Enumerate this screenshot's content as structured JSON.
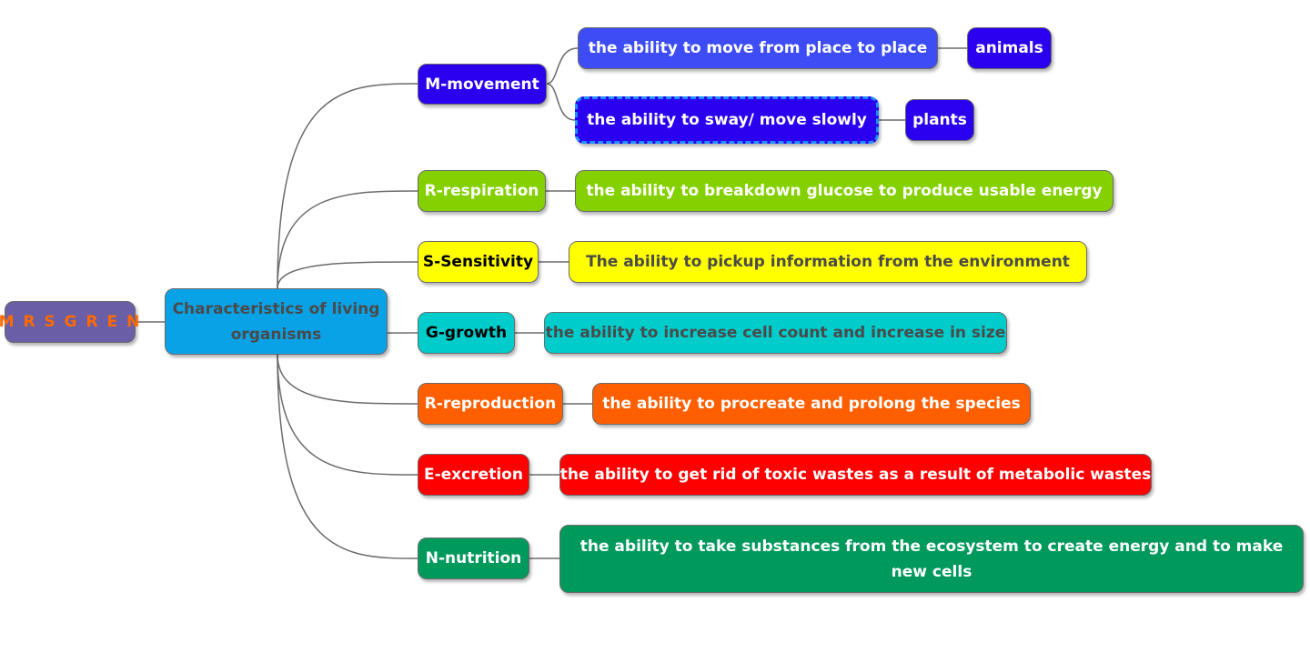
{
  "root": {
    "label": "M R S  G R E N",
    "color": "#6a5fa6",
    "text_color": "#ff6a00"
  },
  "center": {
    "label": "Characteristics of living organisms",
    "color": "#0aa2e6",
    "text_color": "#4a4a4a"
  },
  "branches": [
    {
      "label": "M-movement",
      "color": "#2a00ee",
      "text_color": "#ffffff",
      "children": [
        {
          "label": "the ability to move from place to place",
          "color": "#3d4cf5",
          "text_color": "#ffffff",
          "children": [
            {
              "label": "animals",
              "color": "#2a00ee",
              "text_color": "#ffffff"
            }
          ]
        },
        {
          "label": "the ability to sway/ move slowly",
          "color": "#2a00ee",
          "text_color": "#ffffff",
          "children": [
            {
              "label": "plants",
              "color": "#2a00ee",
              "text_color": "#ffffff"
            }
          ]
        }
      ]
    },
    {
      "label": "R-respiration",
      "color": "#84d000",
      "text_color": "#ffffff",
      "children": [
        {
          "label": "the ability to breakdown glucose to produce usable energy",
          "color": "#84d000",
          "text_color": "#ffffff"
        }
      ]
    },
    {
      "label": "S-Sensitivity",
      "color": "#ffff00",
      "text_color": "#000000",
      "children": [
        {
          "label": "The ability to pickup information from the environment",
          "color": "#ffff00",
          "text_color": "#4a4a4a"
        }
      ]
    },
    {
      "label": "G-growth",
      "color": "#00cccc",
      "text_color": "#000000",
      "children": [
        {
          "label": "the ability to increase cell count and increase in size",
          "color": "#00cccc",
          "text_color": "#4a4a4a"
        }
      ]
    },
    {
      "label": "R-reproduction",
      "color": "#ff5f00",
      "text_color": "#ffffff",
      "children": [
        {
          "label": "the ability to procreate and prolong the species",
          "color": "#ff5f00",
          "text_color": "#ffffff"
        }
      ]
    },
    {
      "label": "E-excretion",
      "color": "#ff0000",
      "text_color": "#ffffff",
      "children": [
        {
          "label": "the ability to get rid of toxic wastes as a result of metabolic wastes",
          "color": "#ff0000",
          "text_color": "#ffffff"
        }
      ]
    },
    {
      "label": "N-nutrition",
      "color": "#00995c",
      "text_color": "#ffffff",
      "children": [
        {
          "label": "the ability to take substances from the ecosystem to create energy and to make new cells",
          "color": "#00995c",
          "text_color": "#ffffff"
        }
      ]
    }
  ]
}
